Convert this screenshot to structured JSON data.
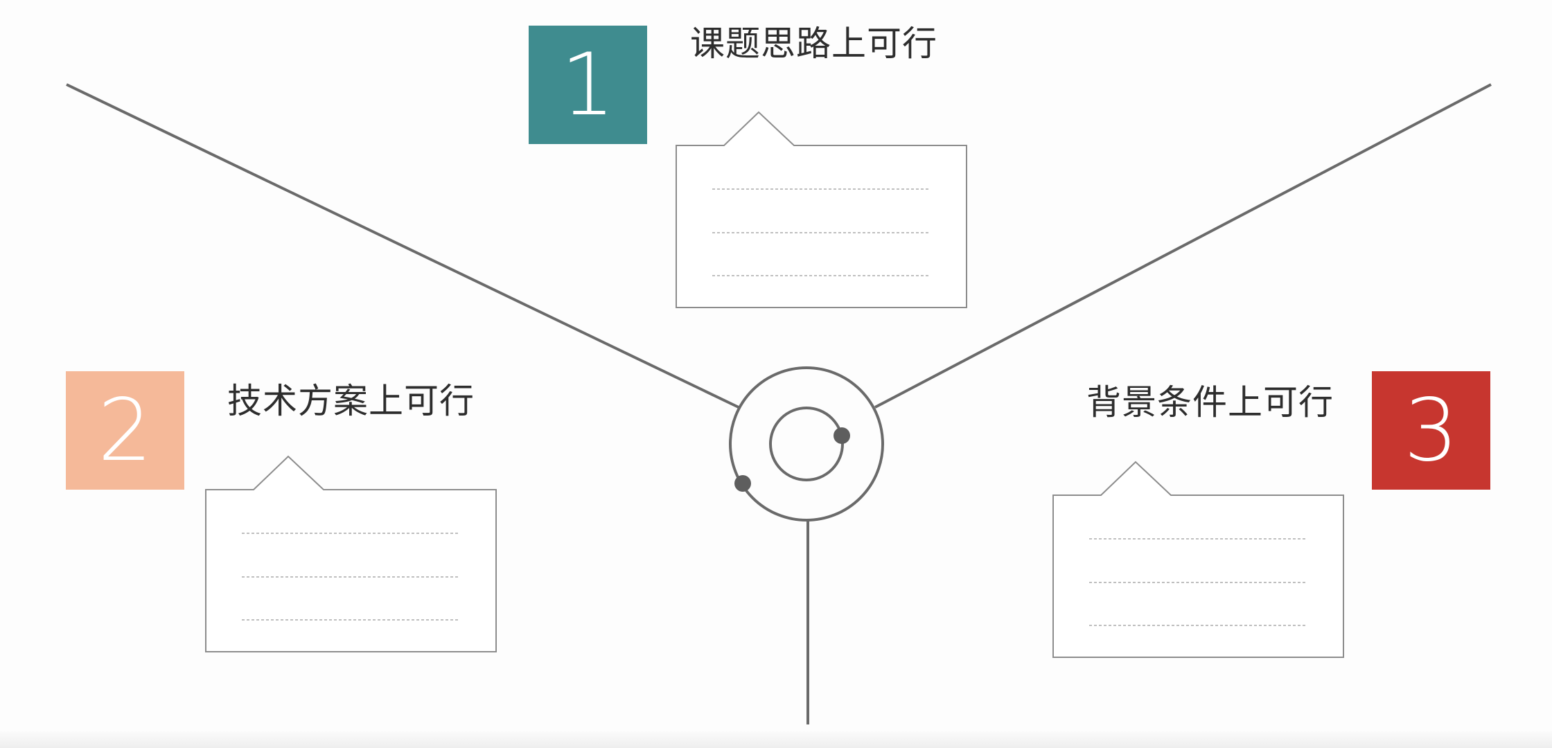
{
  "items": [
    {
      "number": "1",
      "title": "课题思路上可行",
      "color": "#3f8c8f"
    },
    {
      "number": "2",
      "title": "技术方案上可行",
      "color": "#f5b999"
    },
    {
      "number": "3",
      "title": "背景条件上可行",
      "color": "#c7362f"
    }
  ]
}
